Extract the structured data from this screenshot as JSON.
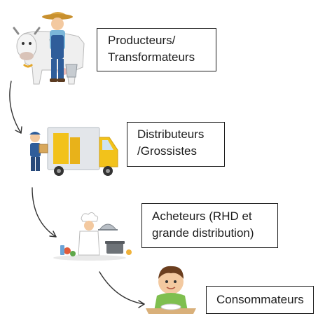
{
  "chain": {
    "steps": [
      {
        "label": "Producteurs/\nTransformateurs",
        "icon": "farmer-with-cow-icon"
      },
      {
        "label": "Distributeurs\n/Grossistes",
        "icon": "delivery-truck-icon"
      },
      {
        "label": "Acheteurs (RHD et\ngrande distribution)",
        "icon": "chef-kitchen-icon"
      },
      {
        "label": "Consommateurs",
        "icon": "child-eating-icon"
      }
    ],
    "connector": "curved-arrow-icon"
  },
  "colors": {
    "box_border": "#1c1c1c",
    "arrow": "#333333",
    "truck": "#f2c21b",
    "overalls": "#2f5d9a"
  }
}
